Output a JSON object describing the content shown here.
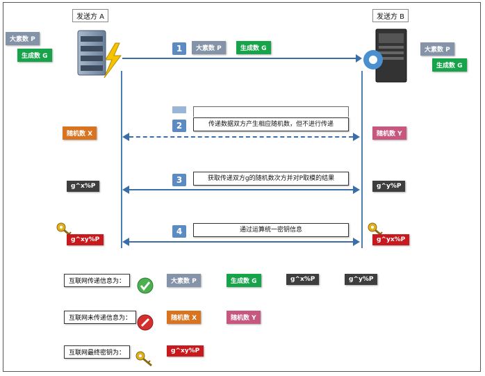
{
  "sender_a": "发送方 A",
  "sender_b": "发送方 B",
  "prime_p": "大素数 P",
  "gen_g": "生成数 G",
  "rand_x": "随机数 X",
  "rand_y": "随机数 Y",
  "gxp": "g^x%P",
  "gyp": "g^y%P",
  "gxyp": "g^xy%P",
  "gyxp": "g^yx%P",
  "steps": [
    {
      "num": "1",
      "text": ""
    },
    {
      "num": "2",
      "text": "传递数据双方产生相应随机数，但不进行传递"
    },
    {
      "num": "3",
      "text": "获取传递双方g的随机数次方并对P取模的结果"
    },
    {
      "num": "4",
      "text": "通过运算统一密钥信息"
    }
  ],
  "legend": {
    "transmitted_label": "互联网传递信息为：",
    "not_transmitted_label": "互联网未传递信息为：",
    "final_key_label": "互联网最终密钥为："
  },
  "icons": [
    "server-lightning-icon",
    "server-gear-icon",
    "key-icon",
    "check-icon",
    "cross-icon"
  ]
}
